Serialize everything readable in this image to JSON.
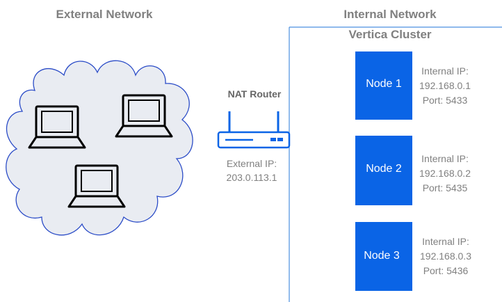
{
  "external": {
    "title": "External Network"
  },
  "internal": {
    "title": "Internal Network",
    "cluster_title": "Vertica Cluster"
  },
  "router": {
    "title": "NAT Router",
    "ip_label": "External IP:",
    "ip_value": "203.0.113.1"
  },
  "nodes": [
    {
      "name": "Node 1",
      "ip_label": "Internal IP:",
      "ip": "192.168.0.1",
      "port": "Port: 5433"
    },
    {
      "name": "Node 2",
      "ip_label": "Internal IP:",
      "ip": "192.168.0.2",
      "port": "Port: 5435"
    },
    {
      "name": "Node 3",
      "ip_label": "Internal IP:",
      "ip": "192.168.0.3",
      "port": "Port: 5436"
    }
  ],
  "colors": {
    "accent": "#0a64e6",
    "cloud_fill": "#e9ecf2",
    "cloud_stroke": "#2b4cc7",
    "text_gray": "#808080"
  },
  "icons": {
    "clients": [
      "laptop-icon",
      "laptop-icon",
      "laptop-icon"
    ],
    "router": "router-icon"
  }
}
